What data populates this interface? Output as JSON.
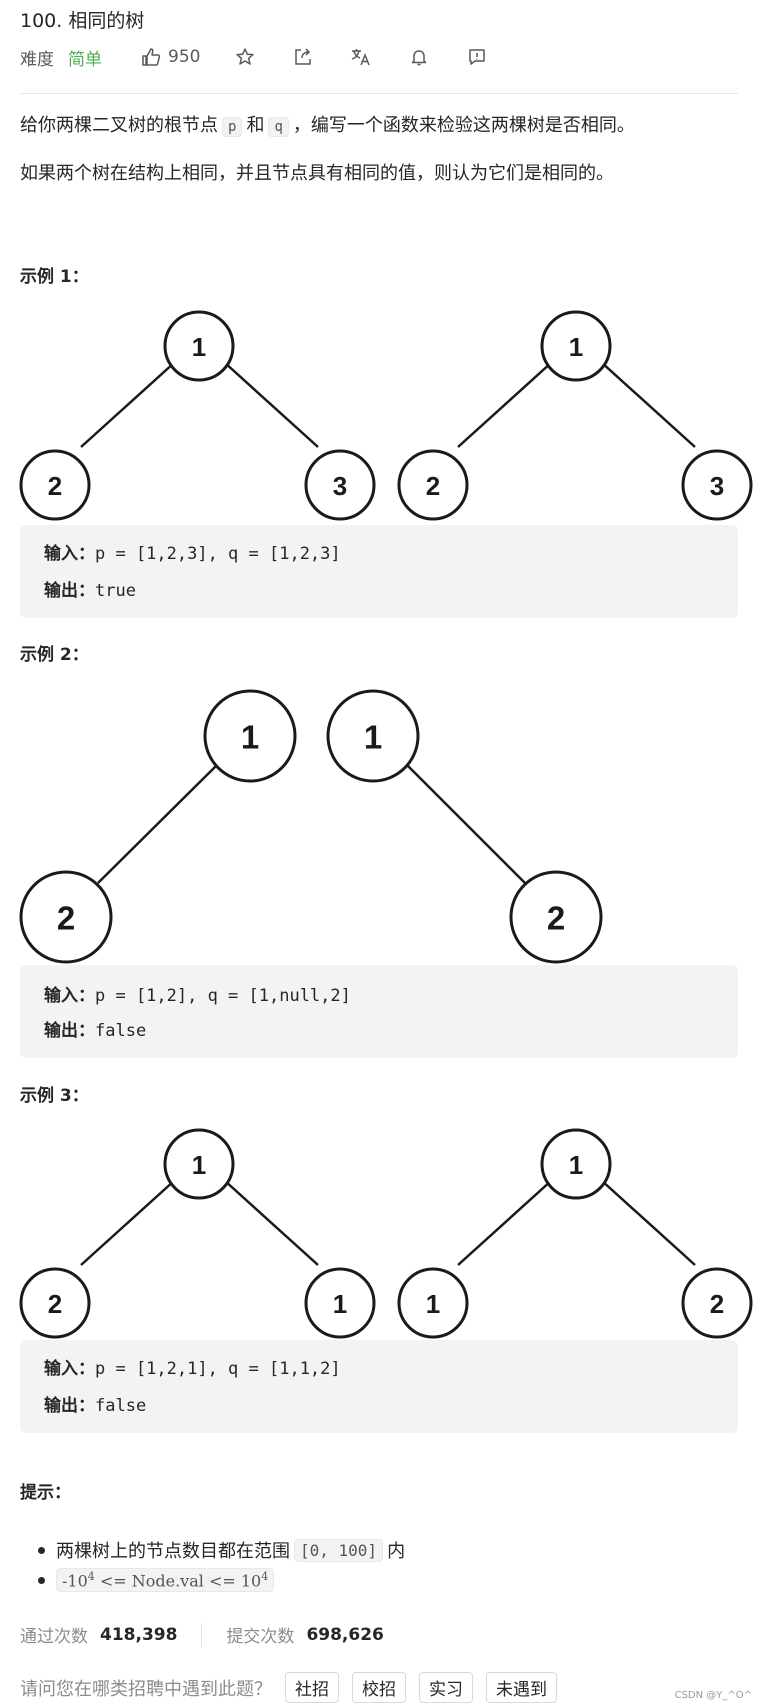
{
  "problem": {
    "title": "100. 相同的树",
    "difficulty_label": "难度",
    "difficulty_value": "简单",
    "likes": "950",
    "icons": [
      "thumbs-up-icon",
      "star-icon",
      "share-icon",
      "translate-icon",
      "bell-icon",
      "feedback-icon"
    ],
    "difficulty_color": "#4caf50"
  },
  "description": {
    "line1_a": "给你两棵二叉树的根节点",
    "p": "p",
    "and": "和",
    "q": "q",
    "line1_b": "，编写一个函数来检验这两棵树是否相同。",
    "line2": "如果两个树在结构上相同，并且节点具有相同的值，则认为它们是相同的。"
  },
  "examples": [
    {
      "title": "示例 1：",
      "input_label": "输入：",
      "input": "p = [1,2,3], q = [1,2,3]",
      "output_label": "输出：",
      "output": "true",
      "tree_p": {
        "root": "1",
        "left": "2",
        "right": "3"
      },
      "tree_q": {
        "root": "1",
        "left": "2",
        "right": "3"
      }
    },
    {
      "title": "示例 2：",
      "input_label": "输入：",
      "input": "p = [1,2], q = [1,null,2]",
      "output_label": "输出：",
      "output": "false",
      "tree_p": {
        "root": "1",
        "left": "2"
      },
      "tree_q": {
        "root": "1",
        "right": "2"
      }
    },
    {
      "title": "示例 3：",
      "input_label": "输入：",
      "input": "p = [1,2,1], q = [1,1,2]",
      "output_label": "输出：",
      "output": "false",
      "tree_p": {
        "root": "1",
        "left": "2",
        "right": "1"
      },
      "tree_q": {
        "root": "1",
        "left": "1",
        "right": "2"
      }
    }
  ],
  "hints": {
    "title": "提示：",
    "item1_text": "两棵树上的节点数目都在范围",
    "item1_code": "[0, 100]",
    "item1_suffix": "内",
    "item2_a": "-10",
    "item2_exp1": "4",
    "item2_b": " <= Node.val <= 10",
    "item2_exp2": "4"
  },
  "stats": {
    "accepted_label": "通过次数",
    "accepted": "418,398",
    "submitted_label": "提交次数",
    "submitted": "698,626"
  },
  "interview": {
    "question": "请问您在哪类招聘中遇到此题？",
    "tags": [
      "社招",
      "校招",
      "实习",
      "未遇到"
    ]
  },
  "watermark": "CSDN @Y_^O^"
}
